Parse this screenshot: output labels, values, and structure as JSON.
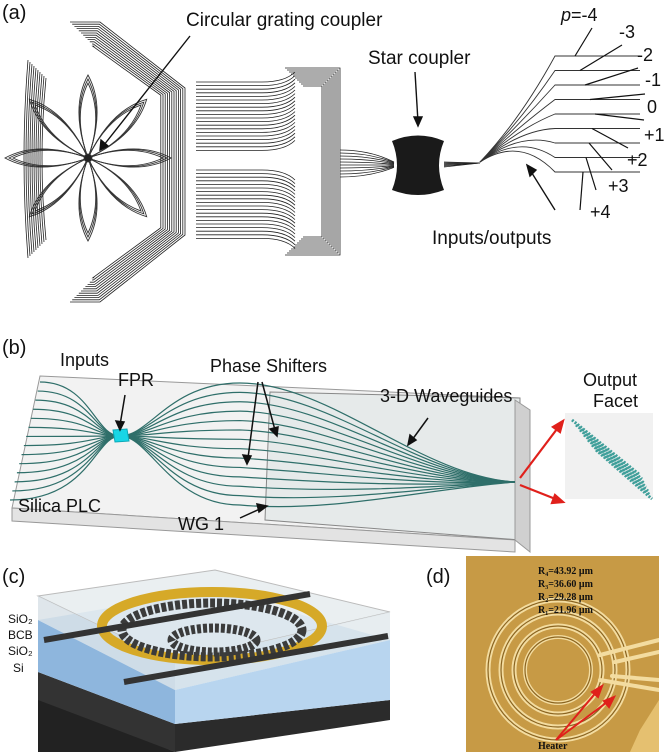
{
  "panels": {
    "a": {
      "label": "(a)",
      "circular_grating_coupler": "Circular grating coupler",
      "star_coupler": "Star coupler",
      "inputs_outputs": "Inputs/outputs",
      "port_prefix": "p",
      "ports": [
        "=-4",
        "-3",
        "-2",
        "-1",
        "0",
        "+1",
        "+2",
        "+3",
        "+4"
      ]
    },
    "b": {
      "label": "(b)",
      "inputs": "Inputs",
      "fpr": "FPR",
      "phase_shifters": "Phase Shifters",
      "waveguides_3d": "3-D Waveguides",
      "output_facet_line1": "Output",
      "output_facet_line2": "Facet",
      "silica_plc": "Silica PLC",
      "wg1": "WG 1"
    },
    "c": {
      "label": "(c)",
      "layers": [
        "SiO₂",
        "BCB",
        "SiO₂",
        "Si"
      ]
    },
    "d": {
      "label": "(d)",
      "radii": [
        "R₄=43.92 μm",
        "R₃=36.60 μm",
        "R₂=29.28 μm",
        "R₁=21.96 μm"
      ],
      "heater": "Heater"
    }
  },
  "colors": {
    "waveguide_b": "#2f6f6a",
    "fpr": "#19d6e6",
    "arrow_red": "#e0201b",
    "gold_ring": "#d6a928",
    "substrate_blue": "#9cc3e6",
    "photo_bg": "#c79a45"
  }
}
